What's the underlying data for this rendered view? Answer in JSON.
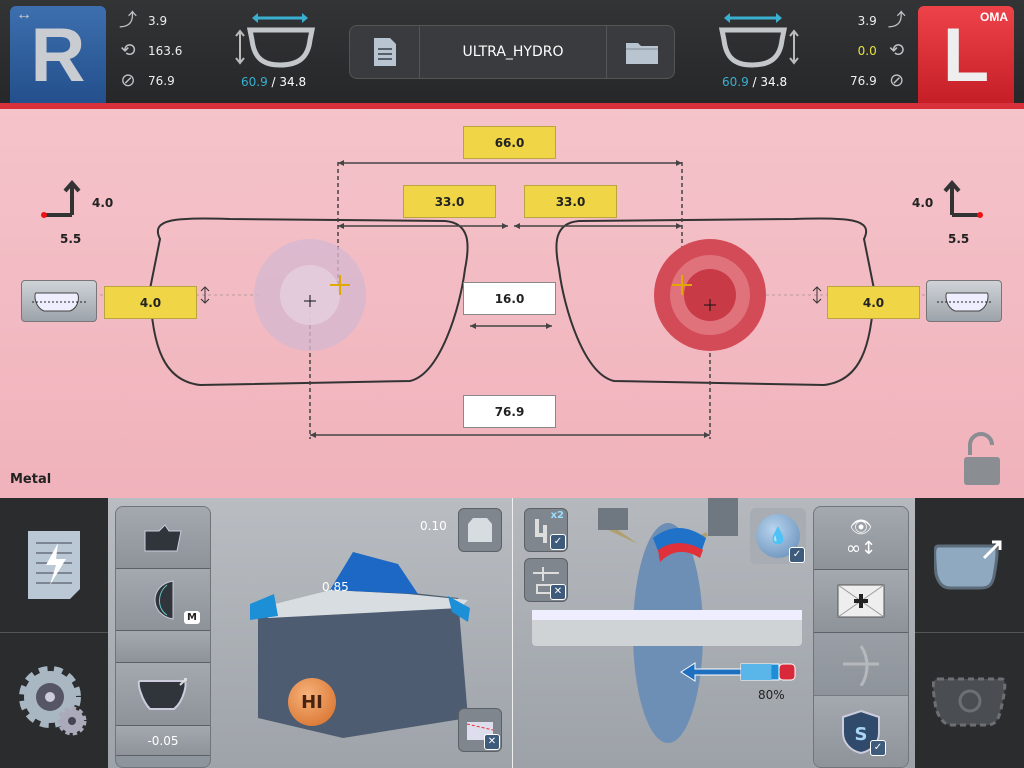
{
  "header": {
    "right_eye": {
      "label": "R",
      "bevel": "3.9",
      "axis": "163.6",
      "diameter": "76.9",
      "width": "60.9",
      "height": "34.8"
    },
    "left_eye": {
      "label": "L",
      "badge": "OMA",
      "bevel": "3.9",
      "axis": "0.0",
      "diameter": "76.9",
      "width": "60.9",
      "height": "34.8"
    },
    "job_name": "ULTRA_HYDRO",
    "separator": "/"
  },
  "frame": {
    "total_distance": "66.0",
    "right_half": "33.0",
    "left_half": "33.0",
    "bridge": "16.0",
    "lens_distance": "76.9",
    "right_height": "4.0",
    "left_height": "4.0",
    "right_offset": {
      "y": "4.0",
      "x": "5.5"
    },
    "left_offset": {
      "y": "4.0",
      "x": "5.5"
    },
    "material": "Metal"
  },
  "edging": {
    "top_value": "0.10",
    "bevel_value": "0.85",
    "size_adjust": "-0.05",
    "material_badge": "HI",
    "mode_badge": "M",
    "polish_badge": "x2",
    "progress": "80%",
    "progress_fraction": 0.8
  },
  "colors": {
    "yellow": "#f0d646",
    "right_blue": "#2d5f9e",
    "left_red": "#e1323a",
    "accent": "#3ab0d0"
  }
}
